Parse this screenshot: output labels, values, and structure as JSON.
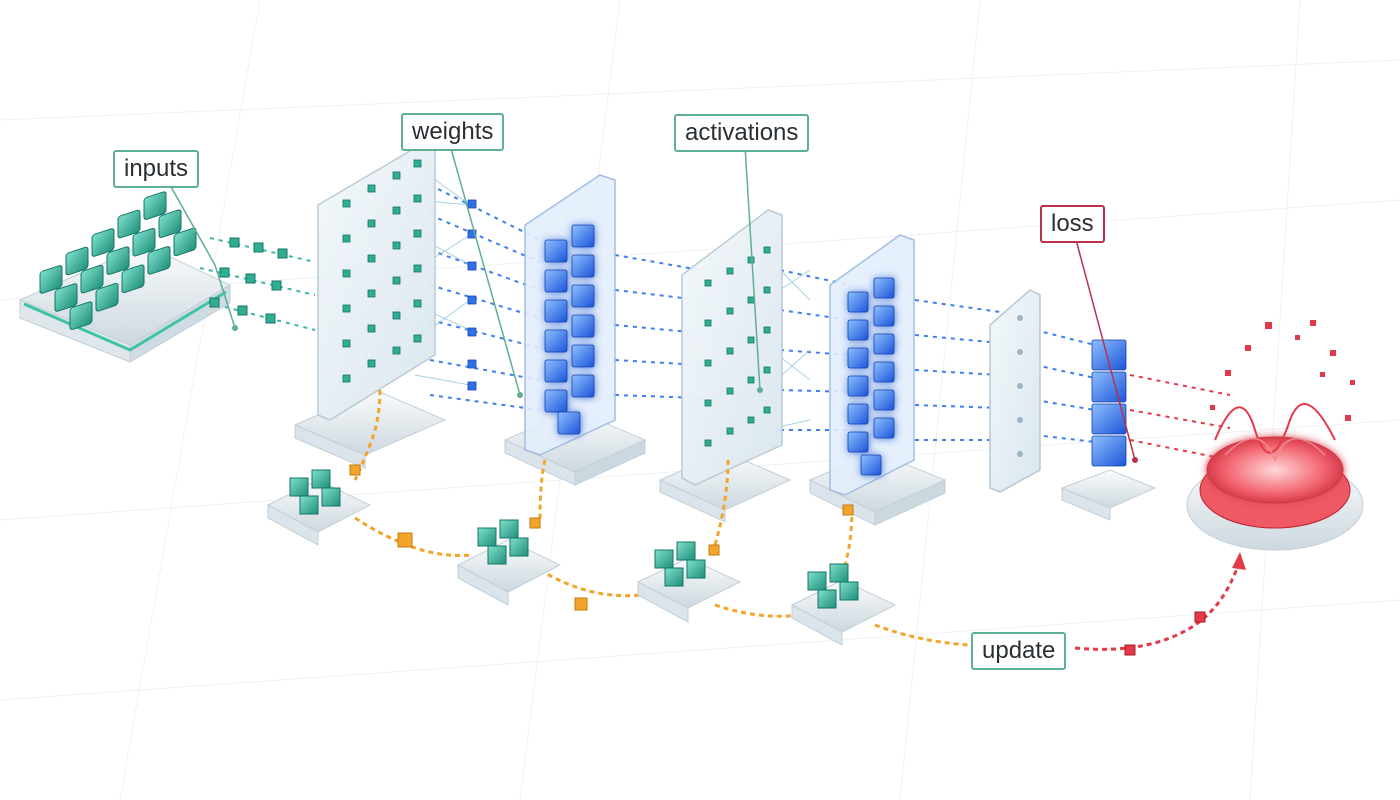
{
  "labels": {
    "inputs": "inputs",
    "weights": "weights",
    "activations": "activations",
    "loss": "loss",
    "update": "update"
  },
  "colors": {
    "teal": "#2fae94",
    "blue": "#2f6fe8",
    "orange": "#f2a52a",
    "red": "#e23a48",
    "callout_border": "#5fae96",
    "loss_border": "#b9324a"
  }
}
